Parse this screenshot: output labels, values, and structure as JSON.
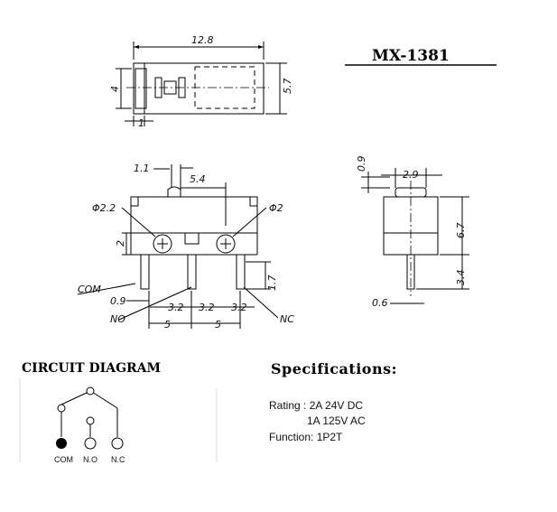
{
  "model": "MX-1381",
  "top_view": {
    "width": "12.8",
    "height": "5.7",
    "height_inner": "4",
    "small": "1"
  },
  "front_view": {
    "d1": "1.1",
    "d2": "5.4",
    "hole_left": "Φ2.2",
    "hole_right": "Φ2",
    "dim_2": "2",
    "dim_1_7": "1.7",
    "dim_0_9": "0.9",
    "spacing_a": "3.2",
    "spacing_b": "3.2",
    "spacing_c": "3.2",
    "pitch_a": "5",
    "pitch_b": "5",
    "label_com": "COM",
    "label_no": "NO",
    "label_nc": "NC"
  },
  "side_view": {
    "top": "0.9",
    "width": "2.9",
    "height": "6.7",
    "pin_len": "3.4",
    "pin_w": "0.6"
  },
  "circuit": {
    "heading": "CIRCUIT DIAGRAM",
    "com": "COM",
    "no": "N.O",
    "nc": "N.C"
  },
  "specs": {
    "heading": "Specifications:",
    "rating_1": "Rating : 2A 24V DC",
    "rating_2": "1A 125V AC",
    "function": "Function: 1P2T"
  }
}
